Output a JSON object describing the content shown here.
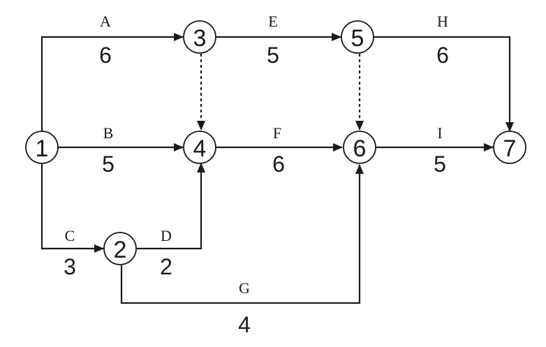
{
  "nodes": [
    {
      "id": "1",
      "label": "1"
    },
    {
      "id": "2",
      "label": "2"
    },
    {
      "id": "3",
      "label": "3"
    },
    {
      "id": "4",
      "label": "4"
    },
    {
      "id": "5",
      "label": "5"
    },
    {
      "id": "6",
      "label": "6"
    },
    {
      "id": "7",
      "label": "7"
    }
  ],
  "activities": [
    {
      "name": "A",
      "duration": "6",
      "from": "1",
      "to": "3"
    },
    {
      "name": "B",
      "duration": "5",
      "from": "1",
      "to": "4"
    },
    {
      "name": "C",
      "duration": "3",
      "from": "1",
      "to": "2"
    },
    {
      "name": "D",
      "duration": "2",
      "from": "2",
      "to": "4"
    },
    {
      "name": "E",
      "duration": "5",
      "from": "3",
      "to": "5"
    },
    {
      "name": "F",
      "duration": "6",
      "from": "4",
      "to": "6"
    },
    {
      "name": "G",
      "duration": "4",
      "from": "2",
      "to": "6"
    },
    {
      "name": "H",
      "duration": "6",
      "from": "5",
      "to": "7"
    },
    {
      "name": "I",
      "duration": "5",
      "from": "6",
      "to": "7"
    }
  ],
  "dummy_activities": [
    {
      "from": "3",
      "to": "4"
    },
    {
      "from": "5",
      "to": "6"
    }
  ]
}
